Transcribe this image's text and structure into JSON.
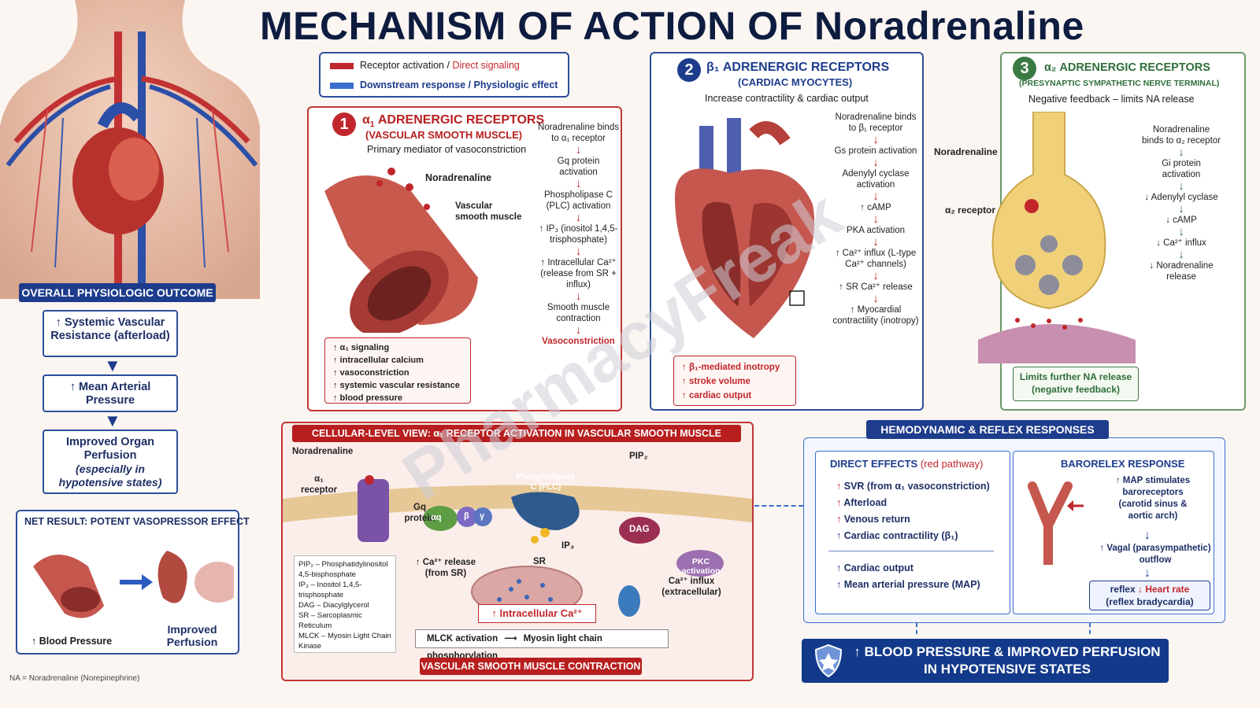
{
  "title": "MECHANISM OF ACTION OF Noradrenaline",
  "legend": {
    "item1_a": "Receptor activation / ",
    "item1_b": "Direct signaling",
    "item2": "Downstream response / Physiologic effect"
  },
  "alpha1": {
    "num": "1",
    "title_greek": "α",
    "title_sub": "1",
    "title_rest": " ADRENERGIC RECEPTORS",
    "subtitle": "(VASCULAR SMOOTH MUSCLE)",
    "desc": "Primary mediator of vasoconstriction",
    "label_na": "Noradrenaline",
    "label_vsm": "Vascular smooth muscle",
    "steps": [
      "Noradrenaline binds to α₁ receptor",
      "Gq protein activation",
      "Phospholipase C (PLC) activation",
      "↑ IP₃ (inositol 1,4,5-trisphosphate)",
      "↑ Intracellular Ca²⁺ (release from SR + influx)",
      "Smooth muscle contraction",
      "Vasoconstriction"
    ],
    "summary": [
      "↑  α₁ signaling",
      "↑  intracellular calcium",
      "↑  vasoconstriction",
      "↑  systemic vascular resistance",
      "↑  blood pressure"
    ]
  },
  "beta1": {
    "num": "2",
    "title": "β₁ ADRENERGIC RECEPTORS",
    "subtitle": "(CARDIAC MYOCYTES)",
    "desc": "Increase contractility & cardiac output",
    "steps": [
      "Noradrenaline binds to β₁ receptor",
      "Gs protein activation",
      "Adenylyl cyclase activation",
      "↑ cAMP",
      "PKA activation",
      "↑ Ca²⁺ influx (L-type Ca²⁺ channels)",
      "↑ SR Ca²⁺ release",
      "↑ Myocardial contractility (inotropy)"
    ],
    "summary": [
      "↑  β₁-mediated inotropy",
      "↑  stroke volume",
      "↑  cardiac output"
    ]
  },
  "alpha2": {
    "num": "3",
    "title": "α₂ ADRENERGIC RECEPTORS",
    "subtitle": "(PRESYNAPTIC SYMPATHETIC NERVE TERMINAL)",
    "desc": "Negative feedback – limits NA release",
    "label_na": "Noradrenaline",
    "label_rec": "α₂ receptor",
    "steps": [
      "Noradrenaline binds to α₂ receptor",
      "Gi protein activation",
      "↓ Adenylyl cyclase",
      "↓ cAMP",
      "↓ Ca²⁺ influx",
      "↓ Noradrenaline release"
    ],
    "summary": "Limits further NA release (negative feedback)"
  },
  "outcome": {
    "header": "OVERALL PHYSIOLOGIC OUTCOME",
    "box1": "↑ Systemic Vascular Resistance (afterload)",
    "box2": "↑ Mean Arterial Pressure",
    "box3a": "Improved Organ Perfusion",
    "box3b": "(especially in hypotensive states)"
  },
  "net": {
    "title": "NET RESULT: POTENT VASOPRESSOR EFFECT",
    "bp": "↑ Blood Pressure",
    "perf": "Improved Perfusion"
  },
  "cellular": {
    "title": "CELLULAR-LEVEL VIEW: α₁ RECEPTOR ACTIVATION IN VASCULAR SMOOTH MUSCLE",
    "na": "Noradrenaline",
    "rec": "α₁ receptor",
    "gq": "Gq protein",
    "aq": "αq",
    "b": "β",
    "g": "γ",
    "plc": "Phospholipase C (PLC)",
    "pip2": "PIP₂",
    "dag": "DAG",
    "pkc": "PKC activation",
    "ip3": "IP₃",
    "sr": "SR",
    "carel": "↑ Ca²⁺ release (from SR)",
    "cainflux": "Ca²⁺ influx (extracellular)",
    "intraca": "↑ Intracellular Ca²⁺",
    "mlck": "MLCK activation",
    "mlc": "Myosin light chain phosphorylation",
    "footer": "VASCULAR SMOOTH MUSCLE CONTRACTION",
    "glossary": [
      "PIP₂ – Phosphatidylinositol 4,5-bisphosphate",
      "IP₃ – Inositol 1,4,5-trisphosphate",
      "DAG – Diacylglycerol",
      "SR – Sarcoplasmic Reticulum",
      "MLCK – Myosin Light Chain Kinase"
    ]
  },
  "hemo": {
    "title": "HEMODYNAMIC & REFLEX RESPONSES",
    "direct_title": "DIRECT EFFECTS",
    "direct_red": " (red pathway)",
    "direct_items": [
      "SVR (from α₁ vasoconstriction)",
      "Afterload",
      "Venous return",
      "Cardiac contractility (β₁)"
    ],
    "direct_items2": [
      "Cardiac output",
      "Mean arterial pressure (MAP)"
    ],
    "baro_title": "BARORELEX RESPONSE",
    "baro1": "↑ MAP stimulates baroreceptors (carotid sinus & aortic arch)",
    "baro2": "↑ Vagal (parasympathetic) outflow",
    "baro3a": "reflex ",
    "baro3b": "↓ Heart rate",
    "baro3c": "(reflex bradycardia)"
  },
  "final": "↑ BLOOD PRESSURE & IMPROVED PERFUSION IN HYPOTENSIVE STATES",
  "footnote": "NA = Noradrenaline (Norepinephrine)",
  "watermark": "PharmacyFreak",
  "colors": {
    "red": "#c0262c",
    "navy": "#1d3c8c",
    "green": "#2f6e3a"
  }
}
